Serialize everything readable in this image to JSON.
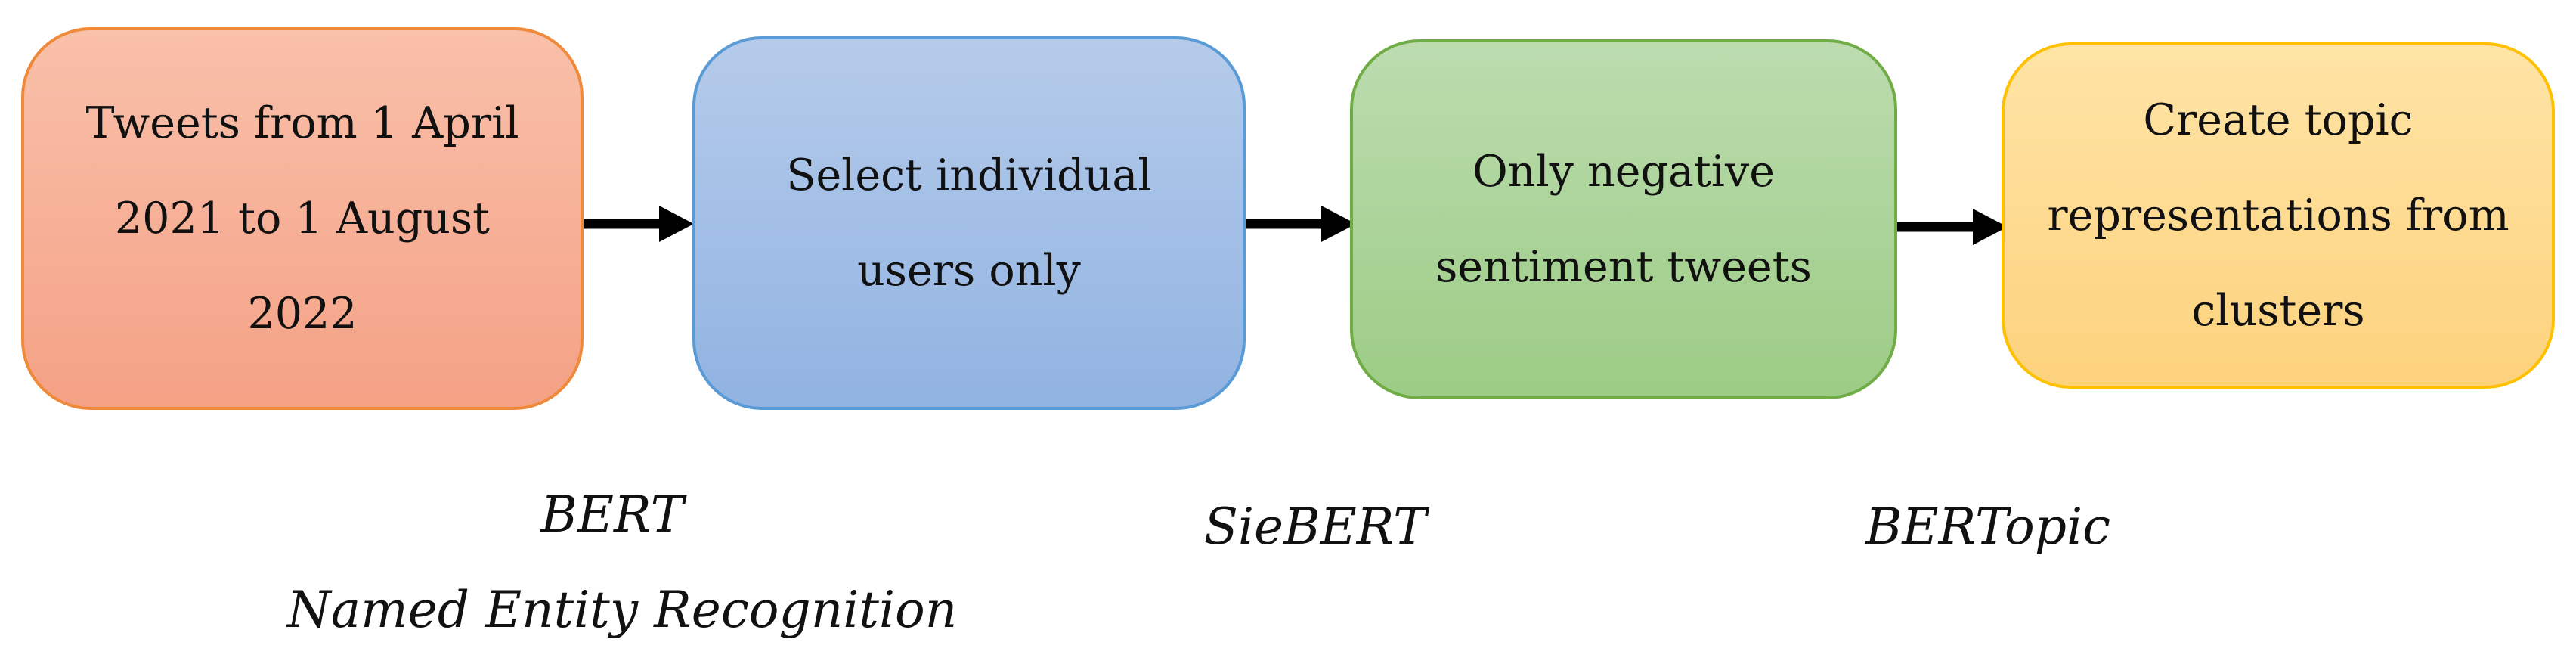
{
  "steps": [
    {
      "text": "Tweets from 1 April\n2021 to 1 August\n2022",
      "fill": "#f6ab90",
      "border": "#ef8a3a"
    },
    {
      "text": "Select individual\nusers only",
      "fill": "#a0bde6",
      "border": "#5b9bd5"
    },
    {
      "text": "Only negative\nsentiment tweets",
      "fill": "#a9d18e",
      "border": "#71ad47"
    },
    {
      "text": "Create topic\nrepresentations from\nclusters",
      "fill": "#fed78b",
      "border": "#ffc000"
    }
  ],
  "methods": {
    "bert": "BERT",
    "ner": "Named Entity Recognition",
    "siebert": "SieBERT",
    "bertopic": "BERTopic"
  }
}
